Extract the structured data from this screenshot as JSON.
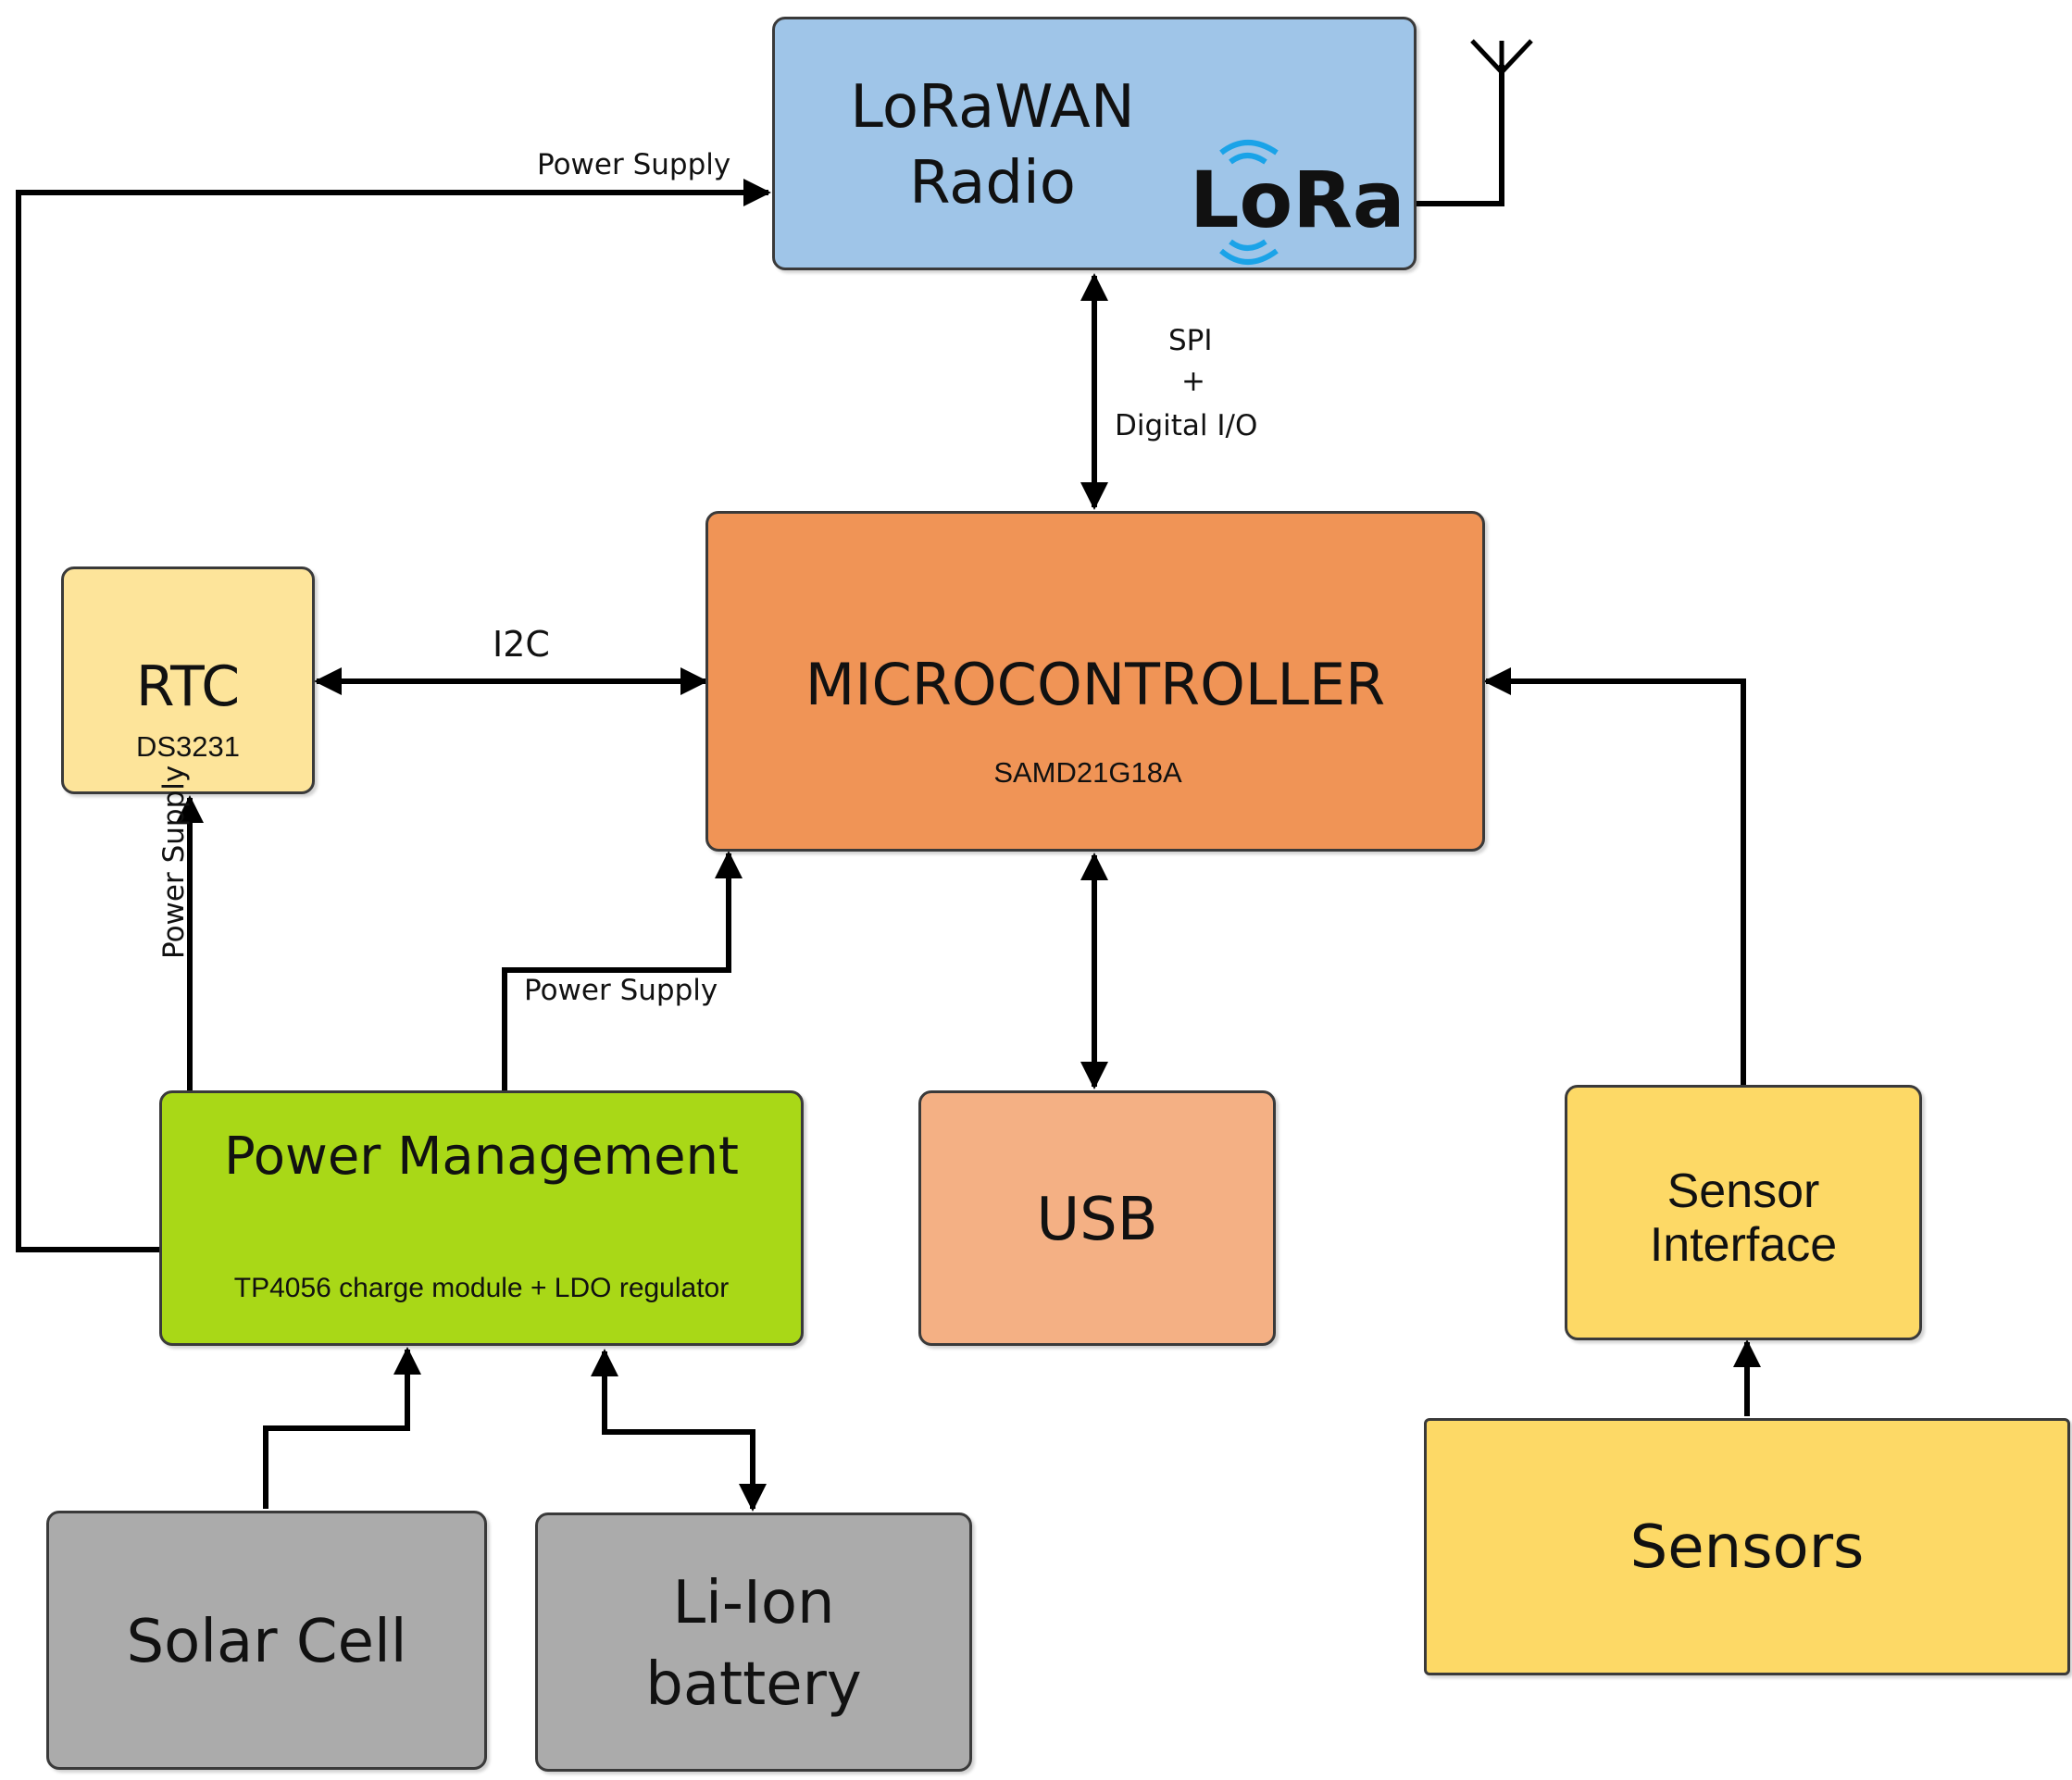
{
  "colors": {
    "lorawan": "#9fc5e8",
    "microcontroller": "#f09456",
    "rtc": "#fde49a",
    "power": "#a9d817",
    "usb": "#f4b084",
    "sensor": "#fdd966",
    "grey": "#ababab",
    "wire": "#000000"
  },
  "blocks": {
    "lorawan": {
      "line1": "LoRaWAN",
      "line2": "Radio",
      "logo": "LoRa"
    },
    "microcontroller": {
      "title": "MICROCONTROLLER",
      "subtitle": "SAMD21G18A"
    },
    "rtc": {
      "title": "RTC",
      "subtitle": "DS3231"
    },
    "power_management": {
      "title": "Power Management",
      "subtitle": "TP4056 charge module + LDO regulator"
    },
    "usb": {
      "title": "USB"
    },
    "sensor_interface": {
      "line1": "Sensor",
      "line2": "Interface"
    },
    "sensors": {
      "title": "Sensors"
    },
    "solar_cell": {
      "title": "Solar Cell"
    },
    "battery": {
      "line1": "Li-Ion",
      "line2": "battery"
    }
  },
  "labels": {
    "power_supply_top": "Power Supply",
    "power_supply_rtc": "Power Supply",
    "power_supply_mcu": "Power Supply",
    "i2c": "I2C",
    "spi": "SPI",
    "plus": "+",
    "digital_io": "Digital I/O"
  },
  "icons": {
    "antenna": "antenna-icon"
  }
}
